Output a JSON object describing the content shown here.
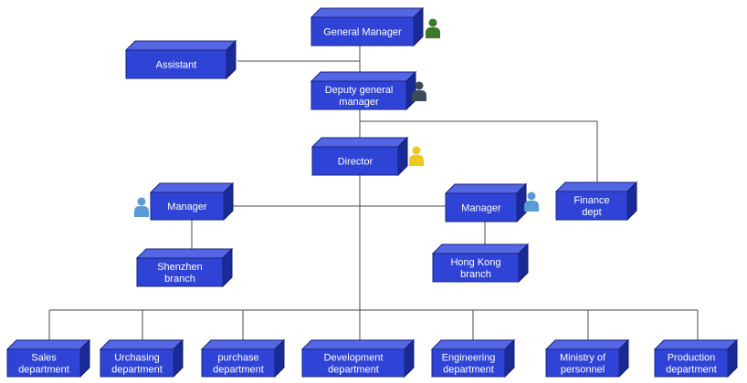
{
  "org_chart": {
    "nodes": [
      {
        "id": "general-manager",
        "label": [
          "General Manager"
        ],
        "person_color": "#3a7a2a"
      },
      {
        "id": "assistant",
        "label": [
          "Assistant"
        ]
      },
      {
        "id": "deputy-general-manager",
        "label": [
          "Deputy general",
          "manager"
        ],
        "person_color": "#3a4a5a"
      },
      {
        "id": "director",
        "label": [
          "Director"
        ],
        "person_color": "#f0c81c"
      },
      {
        "id": "manager-left",
        "label": [
          "Manager"
        ],
        "person_color": "#5b9bd5"
      },
      {
        "id": "manager-right",
        "label": [
          "Manager"
        ],
        "person_color": "#5b9bd5"
      },
      {
        "id": "finance-dept",
        "label": [
          "Finance",
          "dept"
        ]
      },
      {
        "id": "shenzhen-branch",
        "label": [
          "Shenzhen",
          "branch"
        ]
      },
      {
        "id": "hong-kong-branch",
        "label": [
          "Hong Kong",
          "branch"
        ]
      },
      {
        "id": "sales-department",
        "label": [
          "Sales",
          "department"
        ]
      },
      {
        "id": "urchasing-department",
        "label": [
          "Urchasing",
          "department"
        ]
      },
      {
        "id": "purchase-department",
        "label": [
          "purchase",
          "department"
        ]
      },
      {
        "id": "development-department",
        "label": [
          "Development",
          "department"
        ]
      },
      {
        "id": "engineering-department",
        "label": [
          "Engineering",
          "department"
        ]
      },
      {
        "id": "ministry-of-personnel",
        "label": [
          "Ministry of",
          "personnel"
        ]
      },
      {
        "id": "production-department",
        "label": [
          "Production",
          "department"
        ]
      }
    ],
    "colors": {
      "box_front": "#2f44d6",
      "box_top": "#5466e3",
      "box_side": "#1a2a96",
      "connector": "#4a4a4a"
    }
  }
}
